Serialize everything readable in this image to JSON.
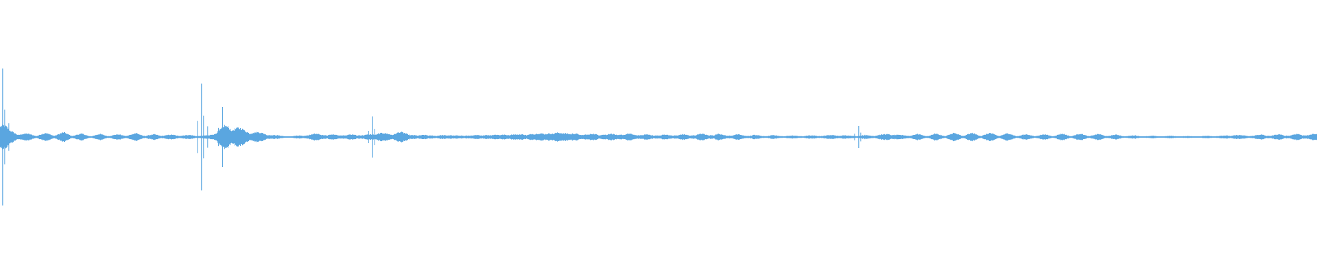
{
  "waveform": {
    "color": "#5aa6e0",
    "background": "#ffffff",
    "duration_fraction_peaks": [
      {
        "t": 0.002,
        "amp": 1.0
      },
      {
        "t": 0.153,
        "amp": 0.78
      },
      {
        "t": 0.169,
        "amp": 0.44
      },
      {
        "t": 0.283,
        "amp": 0.3
      },
      {
        "t": 0.652,
        "amp": 0.16
      }
    ],
    "envelope": [
      0.55,
      0.2,
      0.1,
      0.1,
      0.05,
      0.12,
      0.06,
      0.14,
      0.05,
      0.1,
      0.03,
      0.09,
      0.04,
      0.08,
      0.05,
      0.12,
      0.04,
      0.08,
      0.05,
      0.07,
      0.05,
      0.06,
      0.04,
      0.05,
      0.2,
      0.35,
      0.3,
      0.2,
      0.15,
      0.12,
      0.06,
      0.04,
      0.02,
      0.05,
      0.06,
      0.12,
      0.05,
      0.09,
      0.05,
      0.09,
      0.05,
      0.1,
      0.12,
      0.1,
      0.15,
      0.1,
      0.04,
      0.08,
      0.03,
      0.08,
      0.04,
      0.06,
      0.04,
      0.08,
      0.05,
      0.1,
      0.05,
      0.12,
      0.05,
      0.15,
      0.08,
      0.17,
      0.1,
      0.15,
      0.05,
      0.13,
      0.05,
      0.13,
      0.05,
      0.13,
      0.05,
      0.1,
      0.04,
      0.09,
      0.04,
      0.1,
      0.04,
      0.12,
      0.05,
      0.11,
      0.04,
      0.09,
      0.04,
      0.07,
      0.03,
      0.06,
      0.03,
      0.05,
      0.03,
      0.05,
      0.04,
      0.05,
      0.06,
      0.05,
      0.04,
      0.05,
      0.05,
      0.07,
      0.1,
      0.06,
      0.05,
      0.09,
      0.04,
      0.1,
      0.04,
      0.12,
      0.05,
      0.12,
      0.05,
      0.12,
      0.05,
      0.11,
      0.04,
      0.08,
      0.04,
      0.08,
      0.04,
      0.1,
      0.04,
      0.1,
      0.04,
      0.09,
      0.04,
      0.07,
      0.03,
      0.05,
      0.02,
      0.04,
      0.02,
      0.04,
      0.02,
      0.03,
      0.02,
      0.04,
      0.03,
      0.05,
      0.06,
      0.05,
      0.04,
      0.08,
      0.04,
      0.09,
      0.04,
      0.11,
      0.05,
      0.11
    ]
  }
}
